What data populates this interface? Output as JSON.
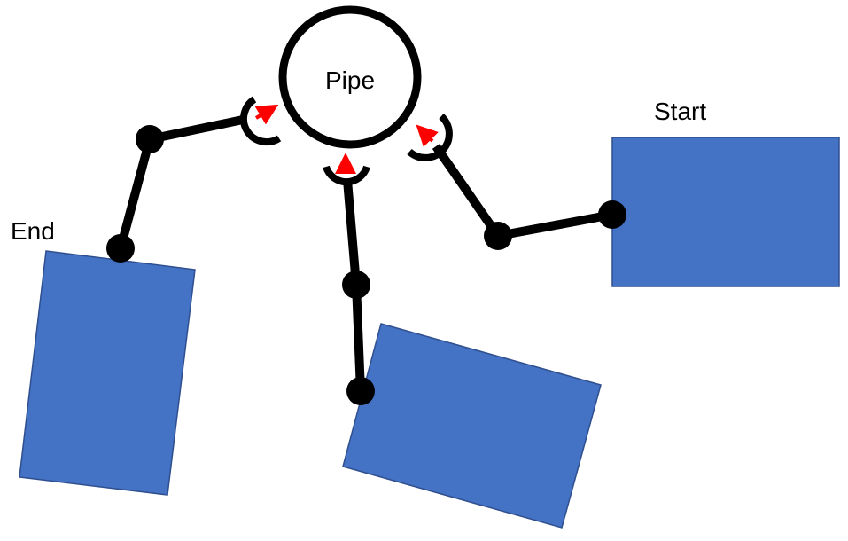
{
  "labels": {
    "pipe": "Pipe",
    "start": "Start",
    "end": "End"
  },
  "colors": {
    "box_fill": "#4472C4",
    "box_stroke": "#2F4F8F",
    "arm": "#000000",
    "arrow": "#FF0000",
    "pipe_fill": "#FFFFFF",
    "pipe_stroke": "#000000"
  }
}
